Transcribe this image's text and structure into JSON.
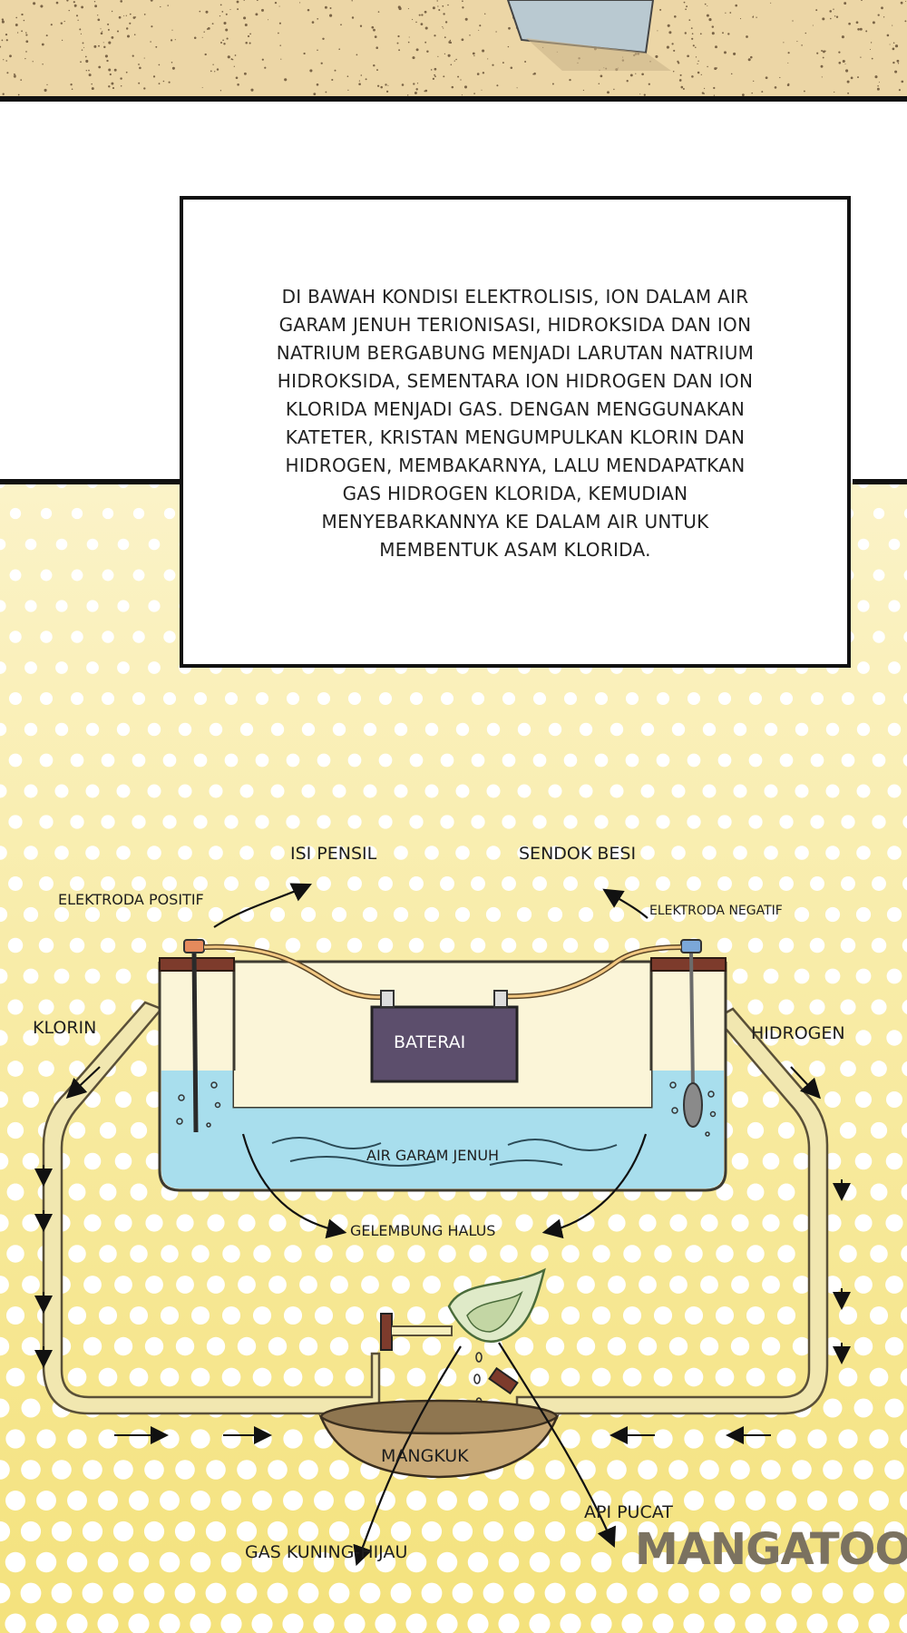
{
  "caption": {
    "lines": [
      "DI BAWAH KONDISI ELEKTROLISIS, ION DALAM AIR",
      "GARAM JENUH TERIONISASI, HIDROKSIDA DAN ION",
      "NATRIUM BERGABUNG MENJADI LARUTAN NATRIUM",
      "HIDROKSIDA, SEMENTARA ION HIDROGEN DAN ION",
      "KLORIDA MENJADI GAS. DENGAN MENGGUNAKAN",
      "KATETER, KRISTAN MENGUMPULKAN KLORIN DAN",
      "HIDROGEN, MEMBAKARNYA, LALU MENDAPATKAN",
      "GAS HIDROGEN KLORIDA, KEMUDIAN",
      "MENYEBARKANNYA KE DALAM AIR UNTUK",
      "MEMBENTUK ASAM KLORIDA."
    ]
  },
  "diagram": {
    "isi_pensil": "ISI PENSIL",
    "sendok_besi": "SENDOK BESI",
    "elektroda_positif": "ELEKTRODA POSITIF",
    "elektroda_negatif": "ELEKTRODA NEGATIF",
    "klorin": "KLORIN",
    "hidrogen": "HIDROGEN",
    "baterai": "BATERAI",
    "air_garam_jenuh": "AIR GARAM JENUH",
    "gelembung_halus": "GELEMBUNG HALUS",
    "mangkuk": "MANGKUK",
    "api_pucat": "API PUCAT",
    "gas_kuning_hijau": "GAS KUNING-HIJAU"
  },
  "watermark": "MANGATOON",
  "colors": {
    "sand": "#ecd6a6",
    "dot_bg_top": "#fbf3c8",
    "dot_bg_bottom": "#f4e27c",
    "dot": "#ffffff",
    "water": "#9fdcef",
    "battery": "#5c4e6c",
    "tube": "#f6eebc",
    "bowl": "#c9aa78",
    "electrode_cap": "#7d3b2c"
  }
}
